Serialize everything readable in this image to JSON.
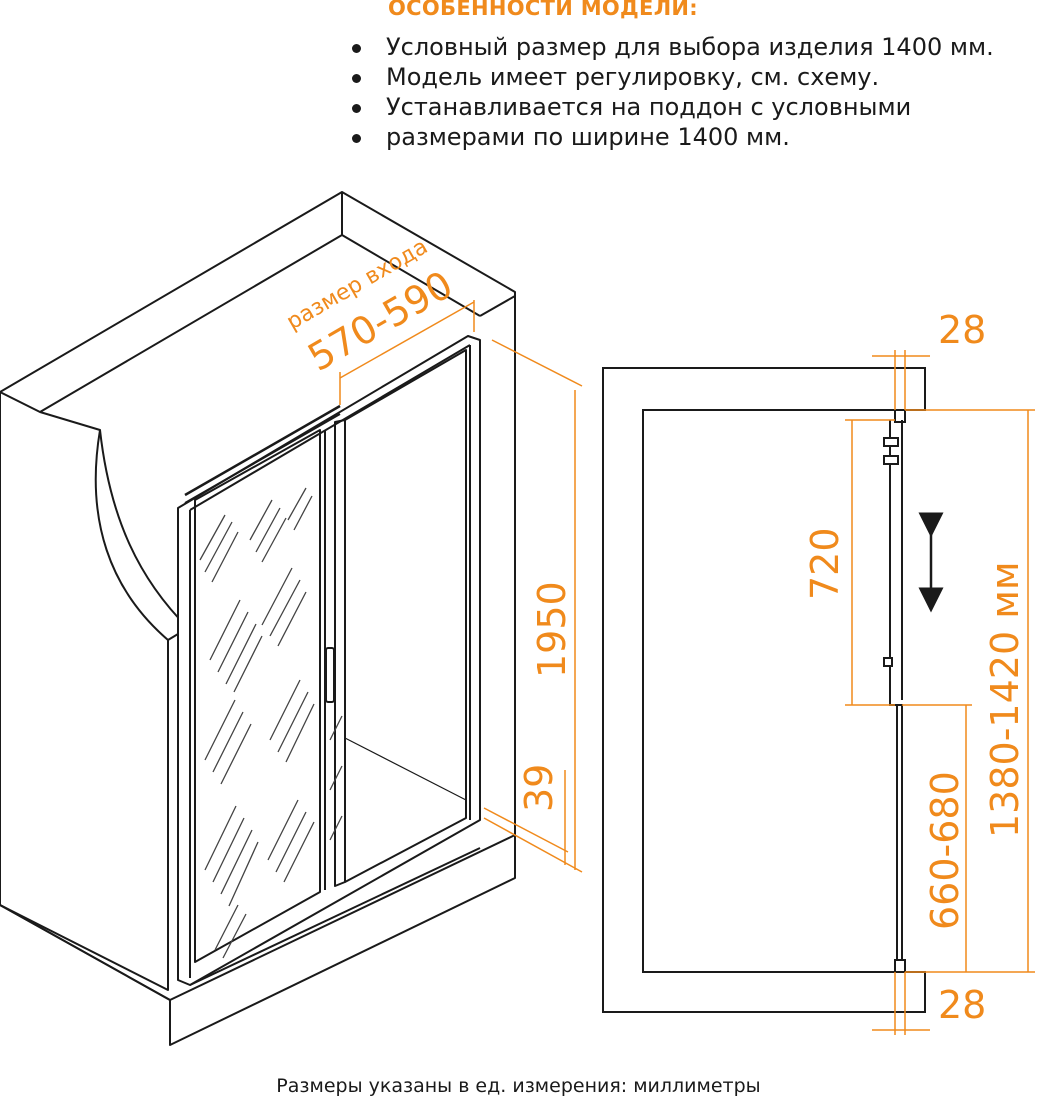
{
  "colors": {
    "accent": "#f08a1c",
    "line": "#1a1a1a",
    "wall_fill": "#ffffff"
  },
  "features": {
    "title": "ОСОБЕННОСТИ МОДЕЛИ:",
    "items": [
      "Условный размер для выбора изделия 1400 мм.",
      "Модель имеет регулировку, см. схему.",
      "Устанавливается на поддон с условными",
      "размерами по ширине 1400 мм."
    ]
  },
  "perspective": {
    "entry_label": "размер входа",
    "entry_size": "570-590",
    "height": "1950",
    "base_height": "39"
  },
  "plan": {
    "profile_top": "28",
    "adjust_range": "720",
    "total_range": "1380-1420 мм",
    "lower_range": "660-680",
    "profile_bottom": "28"
  },
  "footer": {
    "note": "Размеры указаны в ед. измерения: миллиметры"
  }
}
